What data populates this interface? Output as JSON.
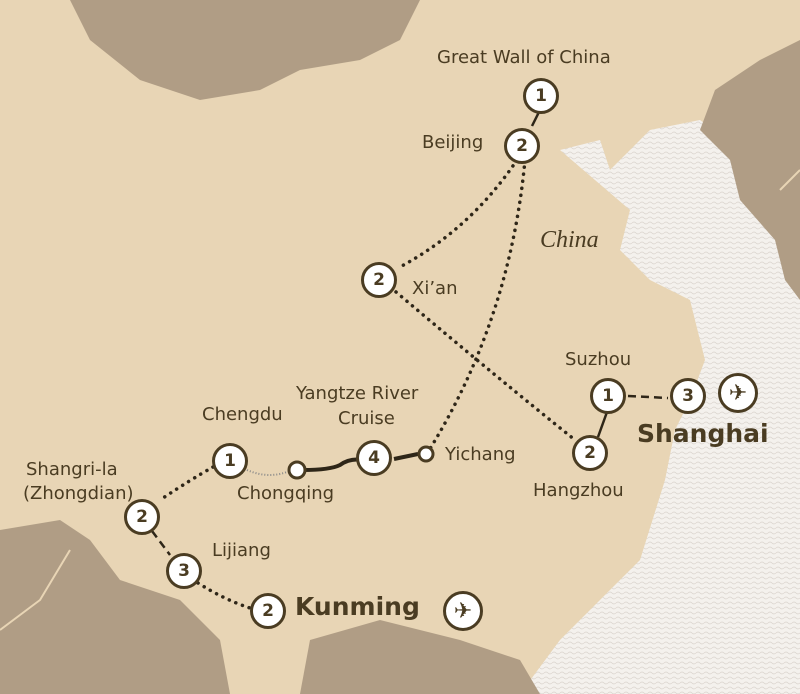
{
  "map": {
    "country_label": "China",
    "colors": {
      "land": "#e8d5b5",
      "neighbor": "#b09d85",
      "sea": "#f3f0ec",
      "ink": "#4a3c22"
    },
    "stops": [
      {
        "name": "Great Wall of China",
        "nights": "1"
      },
      {
        "name": "Beijing",
        "nights": "2"
      },
      {
        "name": "Xi’an",
        "nights": "2"
      },
      {
        "name": "Suzhou",
        "nights": "1"
      },
      {
        "name": "Shanghai",
        "nights": "3"
      },
      {
        "name": "Hangzhou",
        "nights": "2"
      },
      {
        "name": "Chengdu",
        "nights": "1"
      },
      {
        "name": "Chongqing",
        "nights": ""
      },
      {
        "name": "Yangtze River Cruise",
        "nights": "4"
      },
      {
        "name": "Yichang",
        "nights": ""
      },
      {
        "name": "Shangri-la (Zhongdian)",
        "nights": "2"
      },
      {
        "name": "Lijiang",
        "nights": "3"
      },
      {
        "name": "Kunming",
        "nights": "2"
      }
    ],
    "labels": {
      "great_wall": "Great Wall of China",
      "beijing": "Beijing",
      "xian": "Xi’an",
      "suzhou": "Suzhou",
      "shanghai": "Shanghai",
      "hangzhou": "Hangzhou",
      "yangtze_1": "Yangtze River",
      "yangtze_2": "Cruise",
      "chengdu": "Chengdu",
      "chongqing": "Chongqing",
      "yichang": "Yichang",
      "shangrila_1": "Shangri-la",
      "shangrila_2": "(Zhongdian)",
      "lijiang": "Lijiang",
      "kunming": "Kunming"
    },
    "airport_icon": "✈"
  }
}
